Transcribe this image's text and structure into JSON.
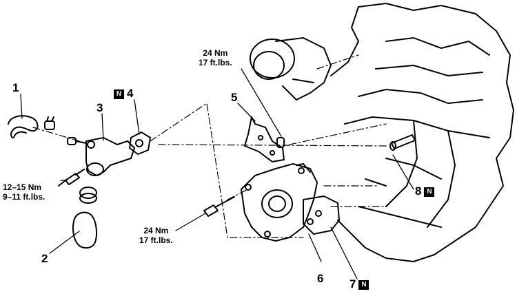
{
  "diagram": {
    "callouts": [
      {
        "id": "1",
        "number": "1"
      },
      {
        "id": "2",
        "number": "2"
      },
      {
        "id": "3",
        "number": "3"
      },
      {
        "id": "4",
        "number": "4",
        "badge": "N"
      },
      {
        "id": "5",
        "number": "5"
      },
      {
        "id": "6",
        "number": "6"
      },
      {
        "id": "7",
        "number": "7",
        "badge": "N"
      },
      {
        "id": "8",
        "number": "8",
        "badge": "N"
      }
    ],
    "torque_specs": [
      {
        "id": "t1",
        "nm": "24 Nm",
        "ftlbs": "17 ft.lbs."
      },
      {
        "id": "t2",
        "nm": "12–15 Nm",
        "ftlbs": "9–11 ft.lbs."
      },
      {
        "id": "t3",
        "nm": "24 Nm",
        "ftlbs": "17 ft.lbs."
      }
    ]
  }
}
